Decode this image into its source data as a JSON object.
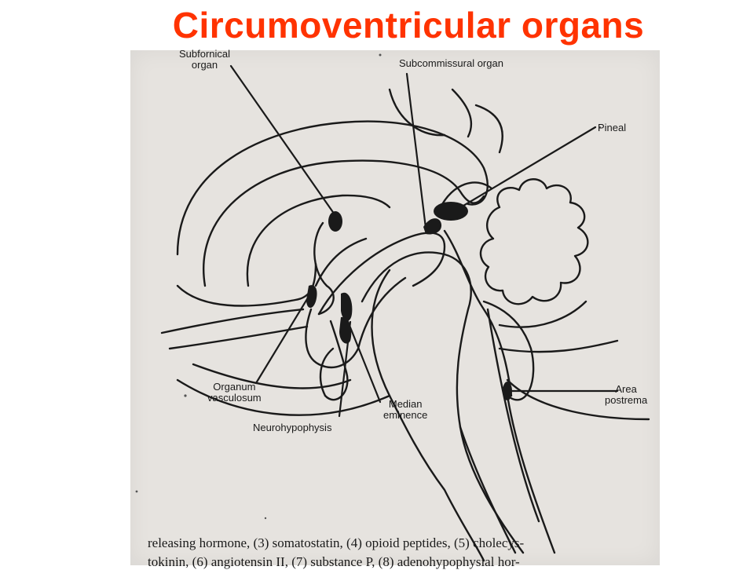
{
  "title": "Circumoventricular organs",
  "labels": {
    "subfornical_organ": "Subfornical\norgan",
    "subcommissural_organ": "Subcommissural organ",
    "pineal": "Pineal",
    "area_postrema": "Area\npostrema",
    "organum_vasculosum": "Organum\nvasculosum",
    "median_eminence": "Median\neminence",
    "neurohypophysis": "Neurohypophysis"
  },
  "caption": {
    "line1": "releasing hormone, (3) somatostatin, (4) opioid peptides, (5) cholecys-",
    "line2": "tokinin, (6) angiotensin II, (7) substance P, (8) adenohypophysial hor-"
  },
  "colors": {
    "title": "#ff3300",
    "scan_background": "#e6e3df",
    "ink": "#1a1a1a"
  }
}
